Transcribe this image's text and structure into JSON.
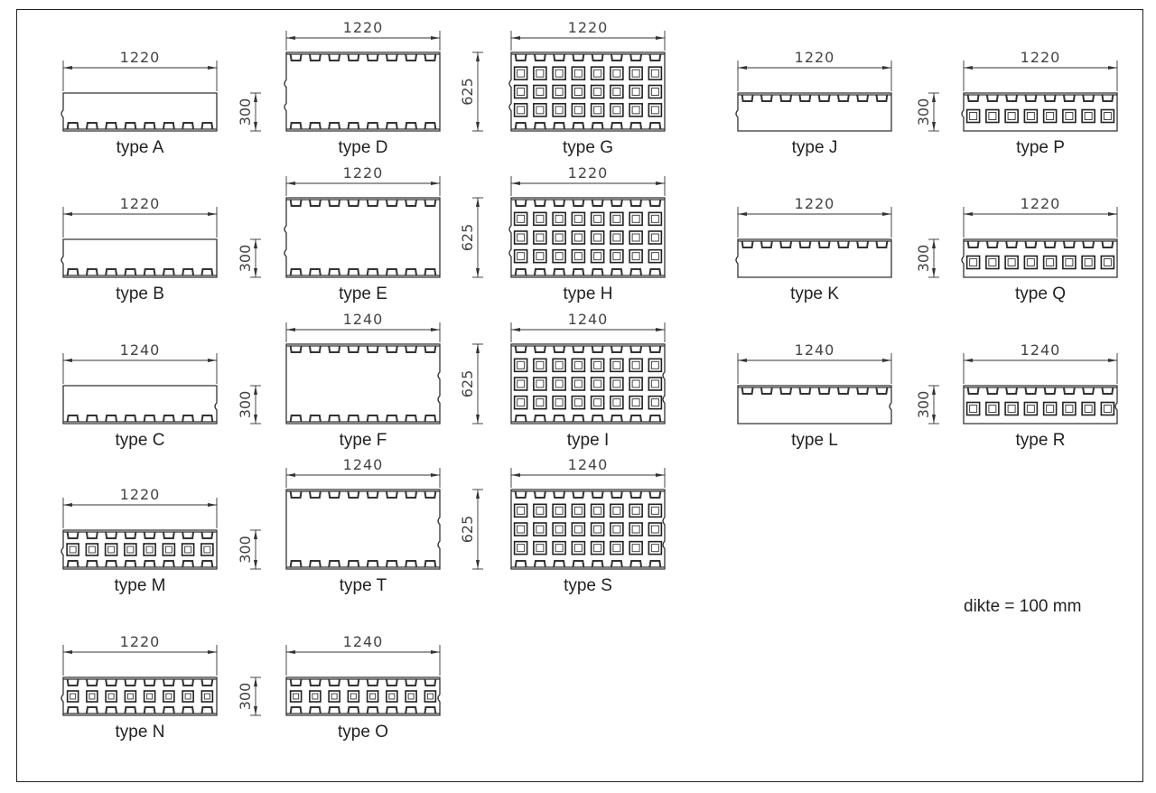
{
  "panels": [
    {
      "type_label": "type A",
      "width": "1220"
    },
    {
      "type_label": "type B",
      "width": "1220"
    },
    {
      "type_label": "type C",
      "width": "1240"
    },
    {
      "type_label": "type M",
      "width": "1220"
    },
    {
      "type_label": "type N",
      "width": "1220"
    },
    {
      "type_label": "type D",
      "width": "1220"
    },
    {
      "type_label": "type E",
      "width": "1220"
    },
    {
      "type_label": "type F",
      "width": "1240"
    },
    {
      "type_label": "type T",
      "width": "1240"
    },
    {
      "type_label": "type O",
      "width": "1240"
    },
    {
      "type_label": "type G",
      "width": "1220"
    },
    {
      "type_label": "type H",
      "width": "1220"
    },
    {
      "type_label": "type I",
      "width": "1240"
    },
    {
      "type_label": "type S",
      "width": "1240"
    },
    {
      "type_label": "type J",
      "width": "1220"
    },
    {
      "type_label": "type K",
      "width": "1220"
    },
    {
      "type_label": "type L",
      "width": "1240"
    },
    {
      "type_label": "type P",
      "width": "1220"
    },
    {
      "type_label": "type Q",
      "width": "1220"
    },
    {
      "type_label": "type R",
      "width": "1240"
    }
  ],
  "height_short": "300",
  "height_tall": "625",
  "note": "dikte = 100 mm"
}
